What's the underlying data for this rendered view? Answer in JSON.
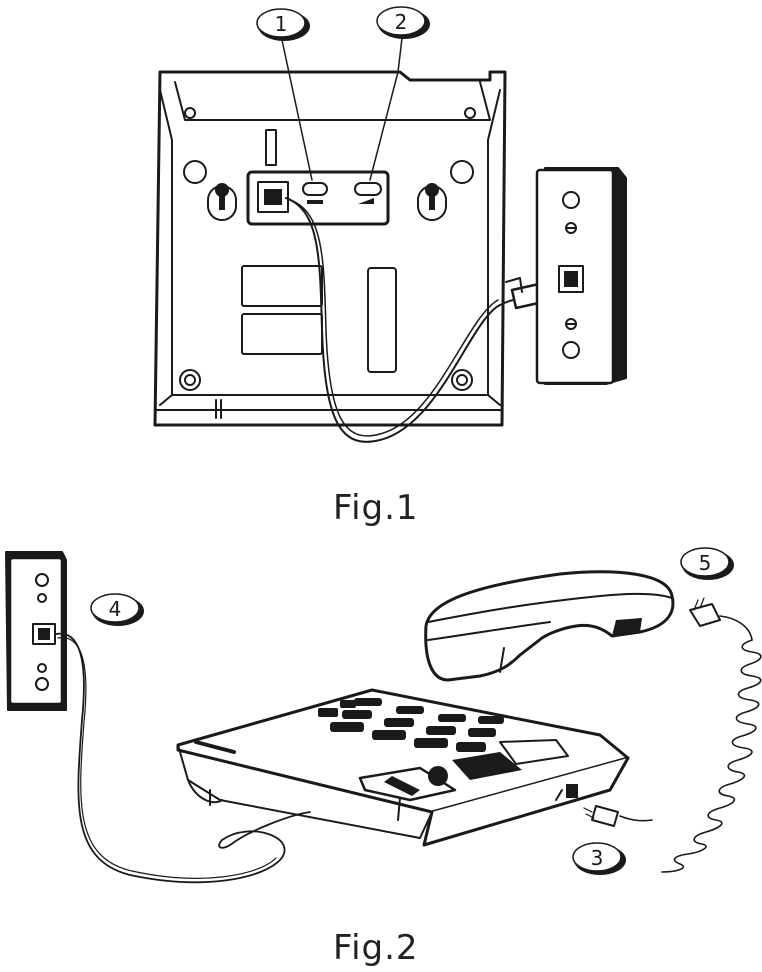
{
  "figures": [
    {
      "caption": "Fig.1"
    },
    {
      "caption": "Fig.2"
    }
  ],
  "callouts": [
    "1",
    "2",
    "3",
    "4",
    "5"
  ],
  "icons": {
    "port_1": "handset-port-icon",
    "port_2": "line-port-icon"
  },
  "colors": {
    "line": "#1a1a1a",
    "fill": "#ffffff",
    "shade": "#d9d9d9"
  }
}
